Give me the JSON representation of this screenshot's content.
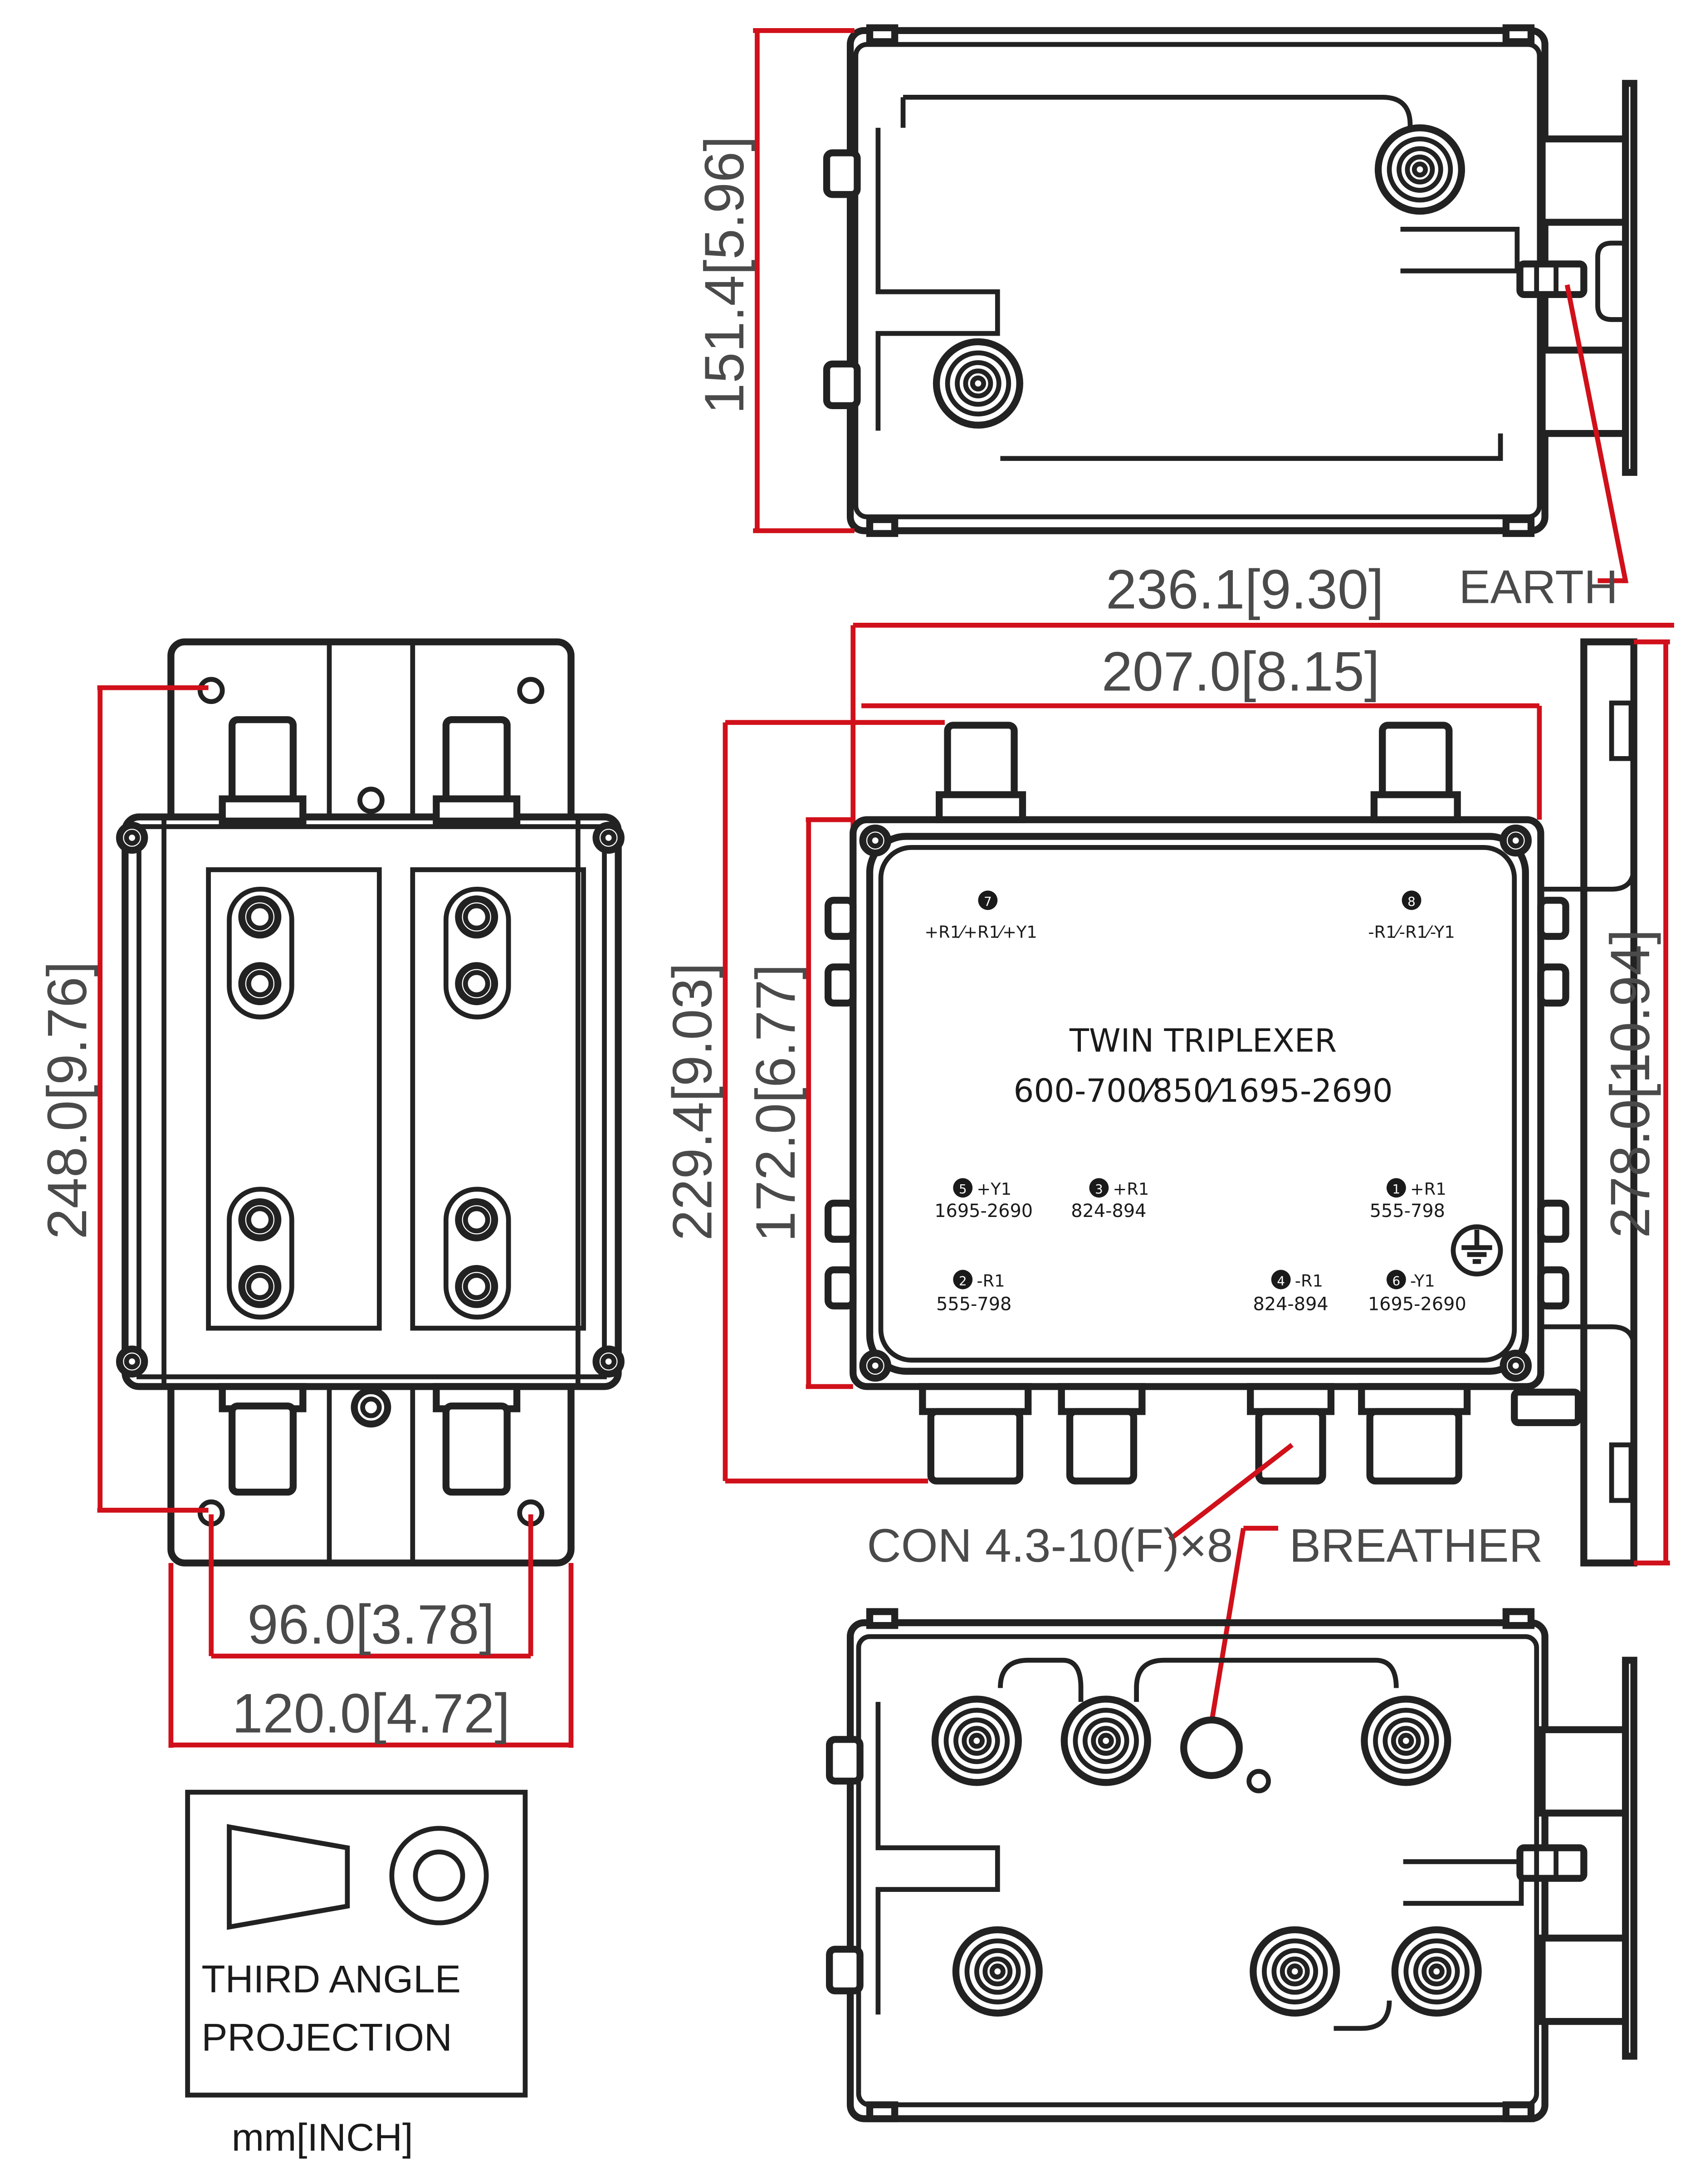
{
  "dimensions": {
    "top_height": "151.4[5.96]",
    "overall_length": "236.1[9.30]",
    "body_length": "207.0[8.15]",
    "left_height": "248.0[9.76]",
    "front_height_total": "229.4[9.03]",
    "front_height_body": "172.0[6.77]",
    "bracket_height": "278.0[10.94]",
    "hole_spacing": "96.0[3.78]",
    "bracket_width": "120.0[4.72]"
  },
  "callouts": {
    "earth": "EARTH",
    "connectors": "CON 4.3-10(F)×8",
    "breather": "BREATHER"
  },
  "projection": {
    "line1": "THIRD ANGLE",
    "line2": "PROJECTION",
    "units": "mm[INCH]"
  },
  "panel": {
    "title": "TWIN  TRIPLEXER",
    "bands": "600-700⁄850⁄1695-2690",
    "ports": [
      {
        "num": "7",
        "name": "+R1⁄+R1⁄+Y1",
        "range": ""
      },
      {
        "num": "8",
        "name": "-R1⁄-R1⁄-Y1",
        "range": ""
      },
      {
        "num": "5",
        "name": "+Y1",
        "range": "1695-2690"
      },
      {
        "num": "3",
        "name": "+R1",
        "range": "824-894"
      },
      {
        "num": "1",
        "name": "+R1",
        "range": "555-798"
      },
      {
        "num": "2",
        "name": "-R1",
        "range": "555-798"
      },
      {
        "num": "4",
        "name": "-R1",
        "range": "824-894"
      },
      {
        "num": "6",
        "name": "-Y1",
        "range": "1695-2690"
      }
    ]
  },
  "colors": {
    "outline": "#222222",
    "dimension_line": "#d0101a",
    "dimension_text": "#4a4a4a"
  }
}
